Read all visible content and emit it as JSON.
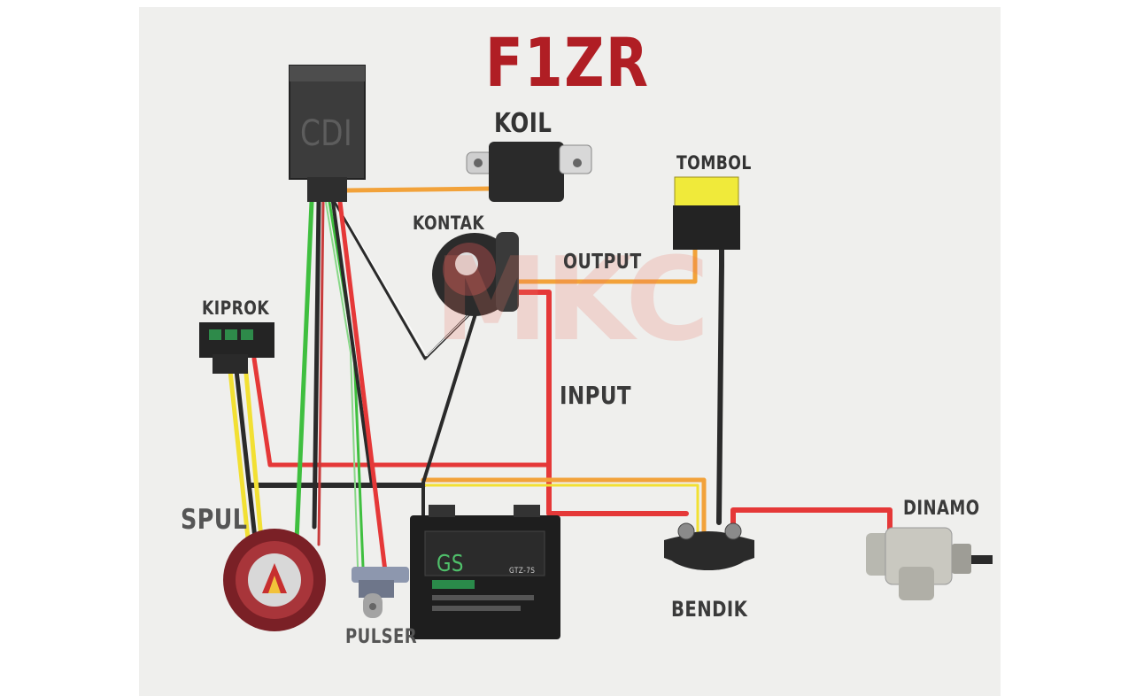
{
  "title": "F1ZR",
  "watermark": "MKC",
  "components": {
    "cdi": "CDI",
    "koil": "KOIL",
    "tombol": "TOMBOL",
    "kontak": "KONTAK",
    "kiprok": "KIPROK",
    "spul": "SPUL",
    "pulser": "PULSER",
    "bendik": "BENDIK",
    "dinamo": "DINAMO"
  },
  "wire_labels": {
    "output": "OUTPUT",
    "input": "INPUT"
  },
  "battery": {
    "brand": "GS",
    "model": "GTZ-7S"
  },
  "colors": {
    "title_red": "#b01e24",
    "wire_red": "#e53838",
    "wire_orange": "#f2a23a",
    "wire_yellow": "#f2e033",
    "wire_green": "#3fbf3f",
    "wire_black": "#2a2a2a"
  }
}
